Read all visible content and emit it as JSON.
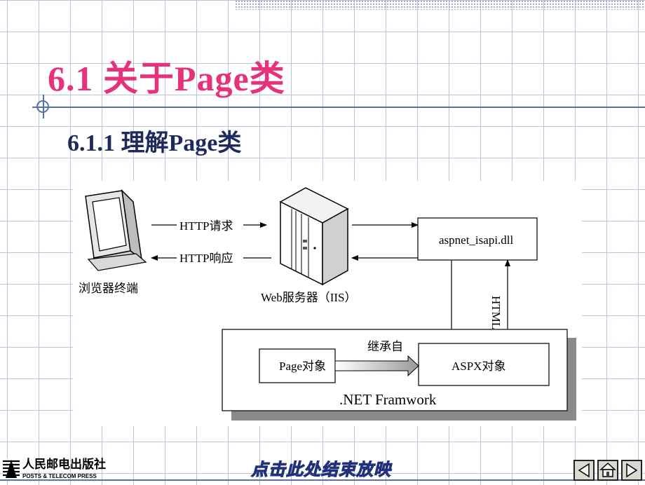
{
  "slide": {
    "title": "6.1  关于Page类",
    "subtitle": "6.1.1  理解Page类"
  },
  "diagram": {
    "browser_label": "浏览器终端",
    "server_label": "Web服务器（IIS）",
    "request_label": "HTTP请求",
    "response_label": "HTTP响应",
    "isapi_label": "aspnet_isapi.dll",
    "html_label": "HTML",
    "page_label": "Page对象",
    "aspx_label": "ASPX对象",
    "inherit_label": "继承自",
    "framework_label": ".NET Framwork"
  },
  "footer": {
    "publisher_cn": "人民邮电出版社",
    "publisher_en": "POSTS & TELECOM PRESS",
    "end_show": "点击此处结束放映",
    "nav_prev_icon": "arrow-left-icon",
    "nav_home_icon": "home-icon",
    "nav_next_icon": "arrow-right-icon"
  },
  "colors": {
    "title": "#e5327a",
    "subtitle": "#1f2a5c",
    "grid": "#b9c4dd",
    "accent": "#5b6fa8"
  }
}
